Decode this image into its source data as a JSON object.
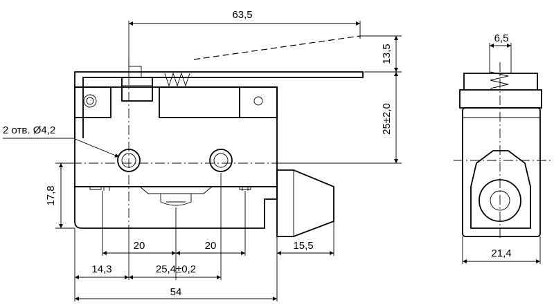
{
  "dimensions": {
    "total_length_with_lever": "63,5",
    "lever_height": "13,5",
    "mount_height": "25±2,0",
    "hole_label": "2 отв. Ø4,2",
    "base_height": "17,8",
    "hole_offset_left": "20",
    "hole_offset_right": "20",
    "roller_overhang": "15,5",
    "left_to_hole": "14,3",
    "hole_spacing": "25,4±0,2",
    "body_length": "54",
    "side_lever_width": "6,5",
    "side_width": "21,4"
  }
}
